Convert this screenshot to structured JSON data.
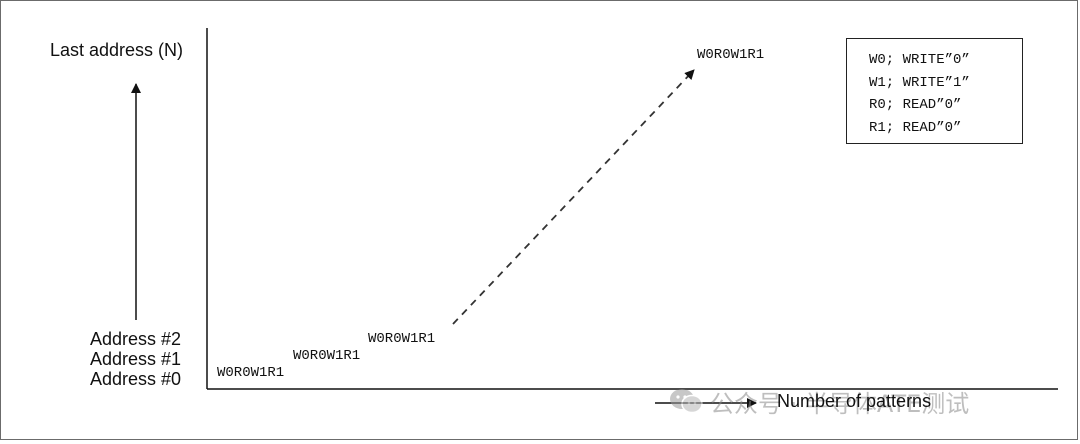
{
  "diagram": {
    "y_axis_label": "Last address (N)",
    "x_axis_label": "Number of patterns",
    "addresses": [
      "Address #2",
      "Address #1",
      "Address #0"
    ],
    "patterns": [
      "W0R0W1R1",
      "W0R0W1R1",
      "W0R0W1R1",
      "W0R0W1R1"
    ],
    "legend": [
      "W0; WRITE”0”",
      "W1; WRITE”1”",
      "R0; READ”0”",
      "R1; READ”0”"
    ]
  },
  "watermark": {
    "text": "公众号 · 半导体ATE测试",
    "icon": "wechat-icon"
  },
  "colors": {
    "ink": "#111111",
    "frame": "#6b6b6b",
    "watermark": "#8a8a8a"
  }
}
